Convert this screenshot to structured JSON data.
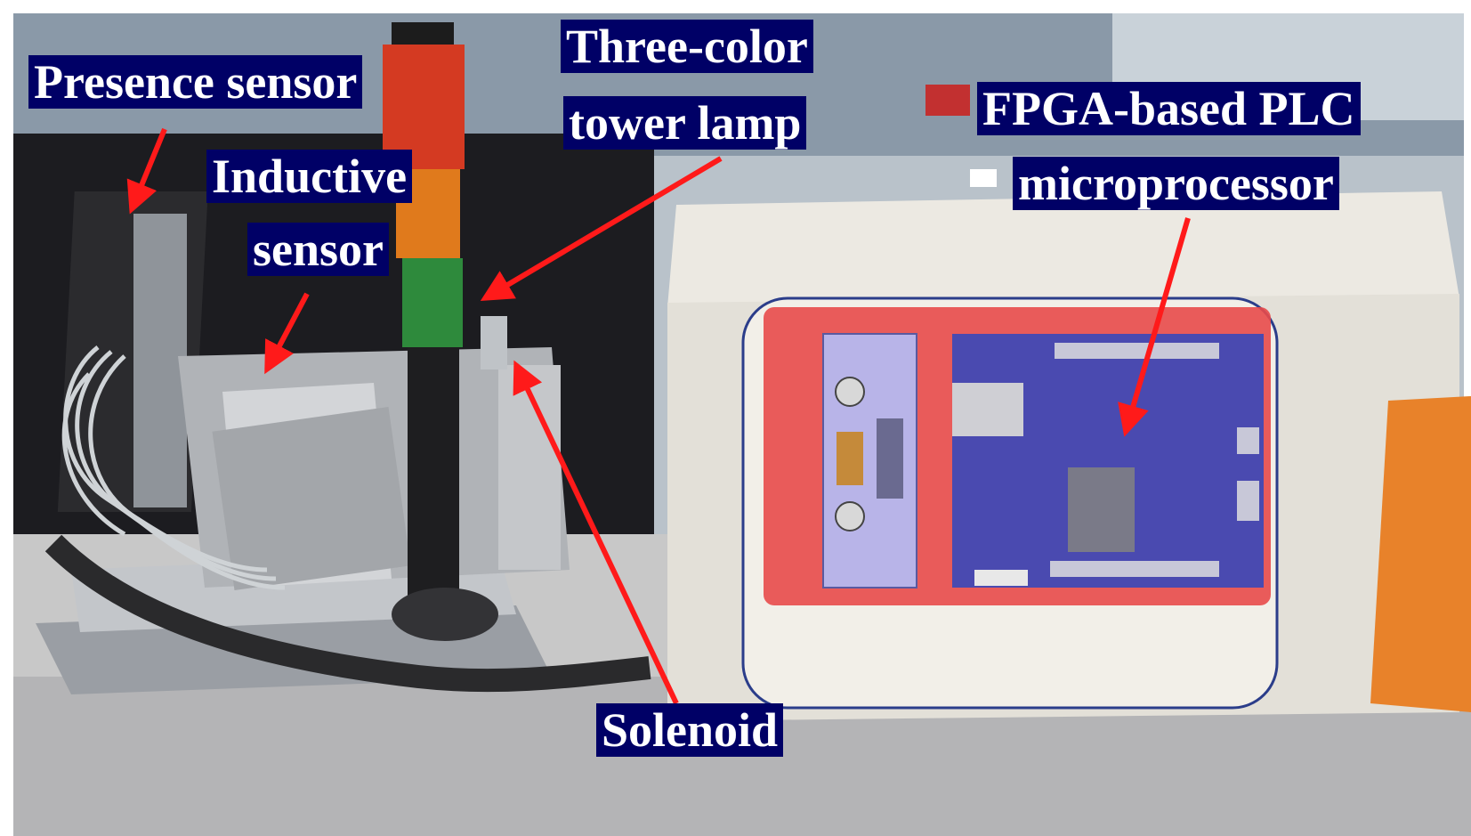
{
  "labels": {
    "presence_sensor": "Presence sensor",
    "inductive_line1": "Inductive",
    "inductive_line2": "sensor",
    "tower_line1": "Three-color",
    "tower_line2": "tower lamp",
    "fpga_line1": "FPGA-based PLC",
    "fpga_line2": "microprocessor",
    "solenoid": "Solenoid"
  },
  "colors": {
    "label_background": "#000066",
    "label_text": "#ffffff",
    "arrow": "#ff1a1a",
    "board_overlay": "#e84a4a",
    "pcb_blue": "#4a4ab0",
    "cabinet": "#e8e4dc"
  }
}
